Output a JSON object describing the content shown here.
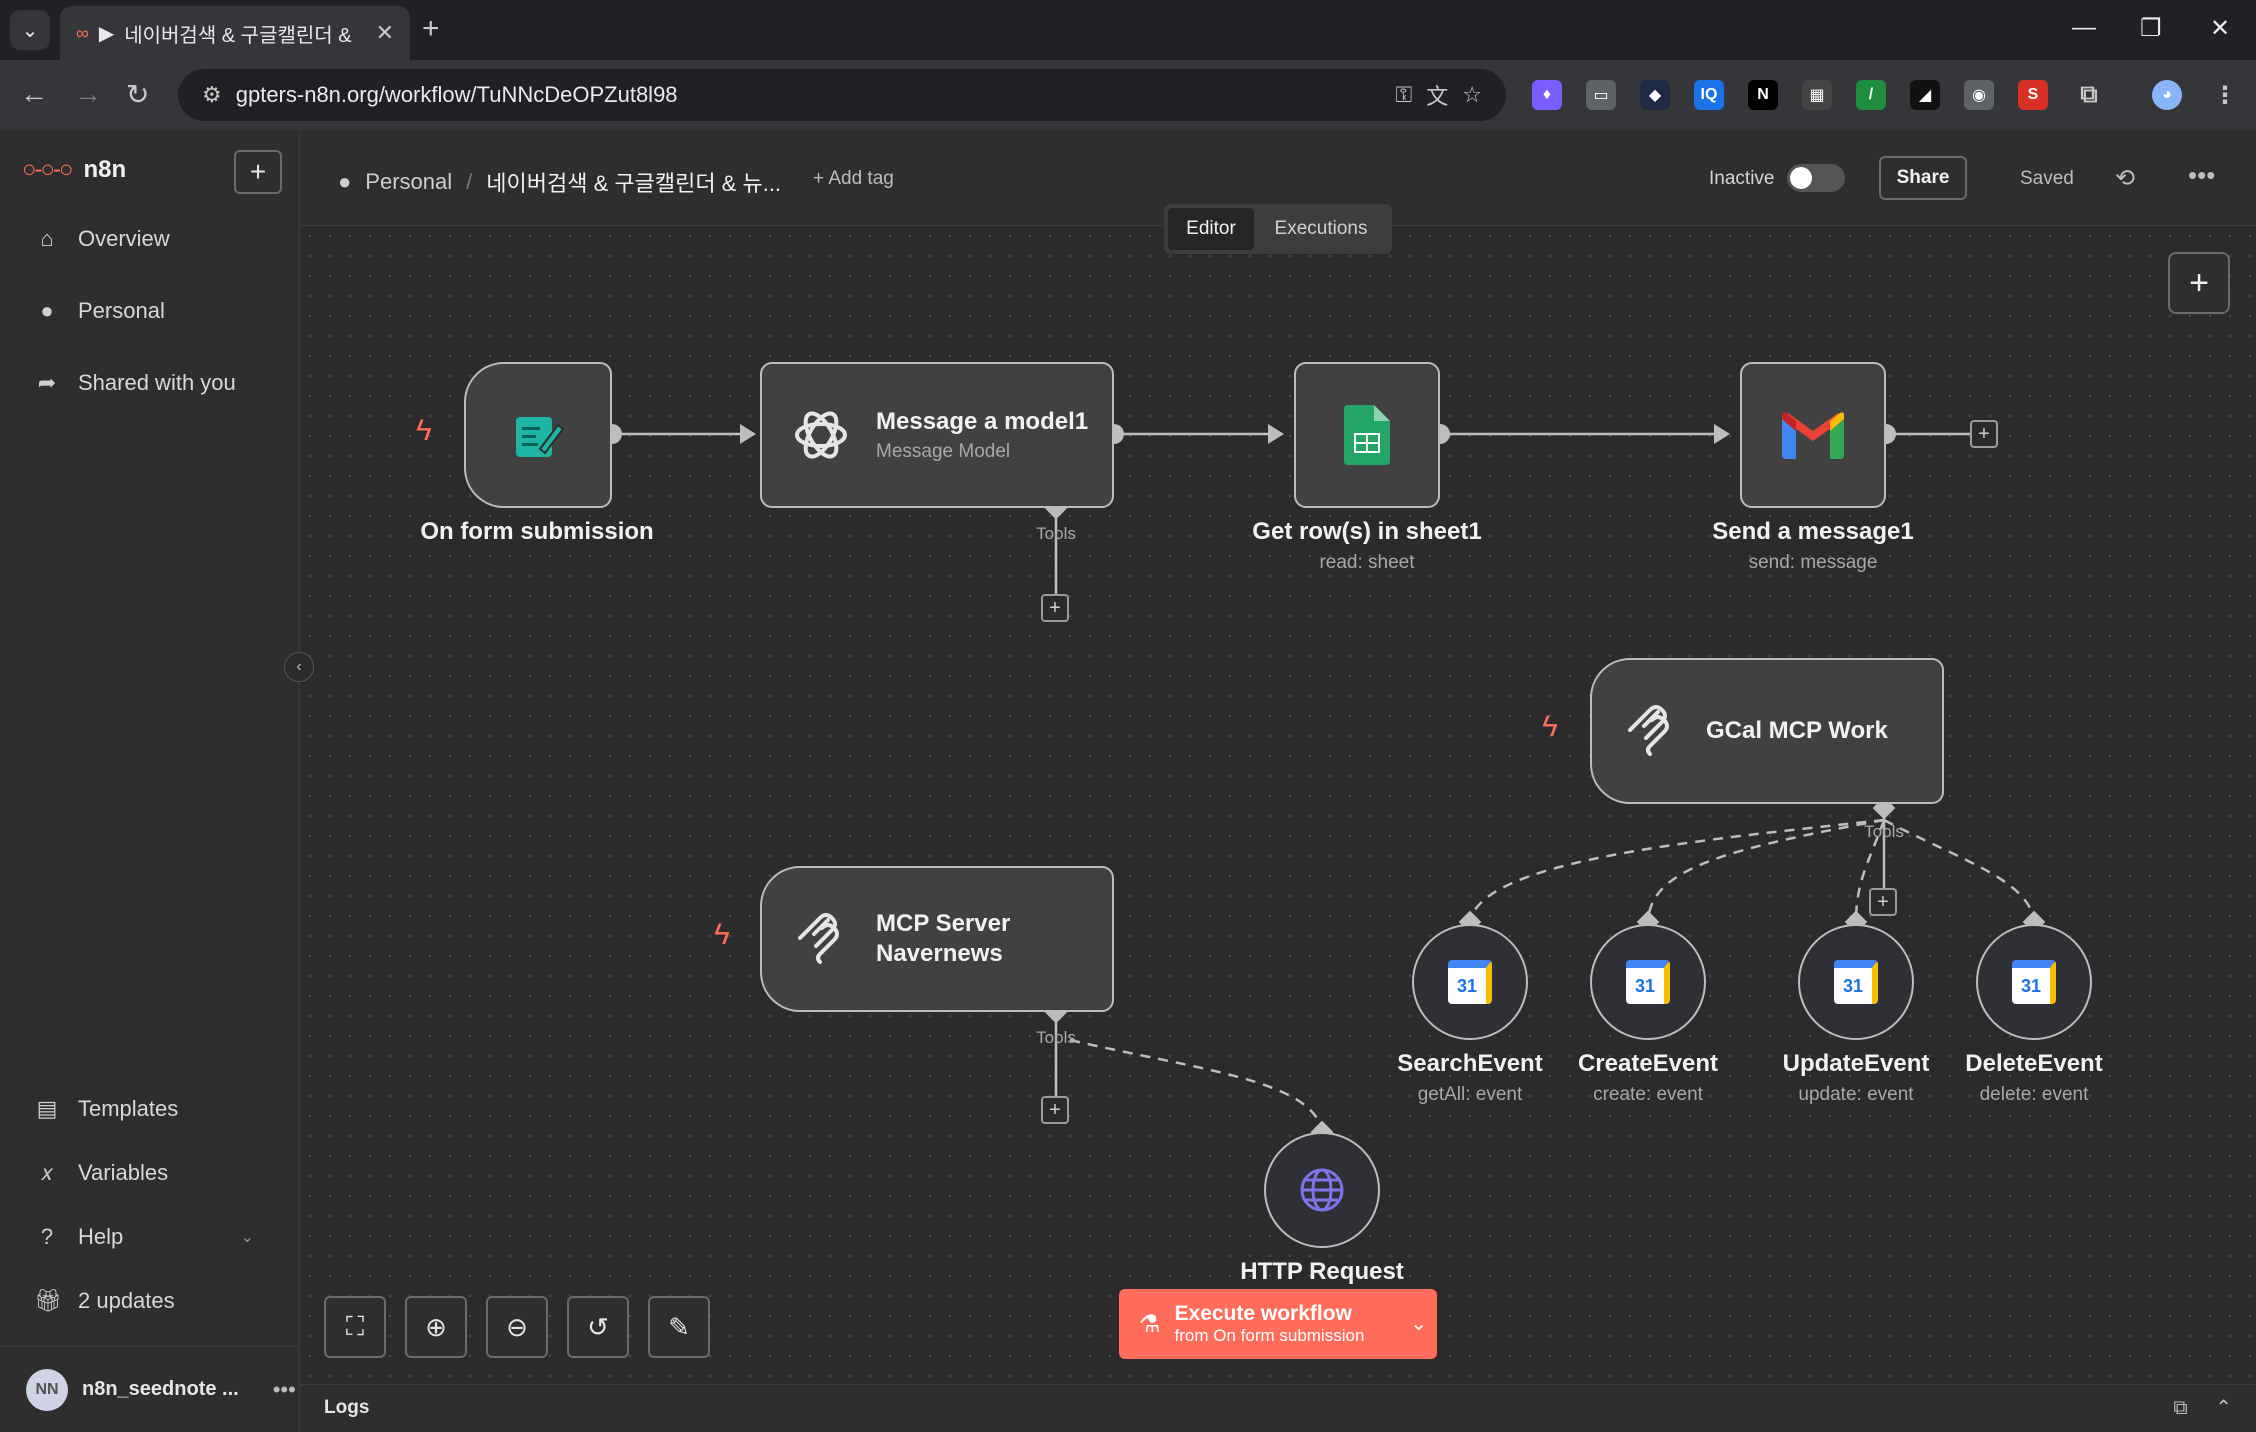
{
  "browser": {
    "tab_title": "네이버검색 & 구글캘린더 &",
    "url": "gpters-n8n.org/workflow/TuNNcDeOPZut8l98"
  },
  "app": {
    "brand": "n8n"
  },
  "sidebar": {
    "items": [
      {
        "label": "Overview",
        "icon": "home-icon"
      },
      {
        "label": "Personal",
        "icon": "user-icon"
      },
      {
        "label": "Shared with you",
        "icon": "share-icon"
      }
    ],
    "bottom": [
      {
        "label": "Templates",
        "icon": "templates-icon"
      },
      {
        "label": "Variables",
        "icon": "variables-icon"
      },
      {
        "label": "Help",
        "icon": "help-icon"
      },
      {
        "label": "2 updates",
        "icon": "gift-icon"
      }
    ],
    "user": {
      "initials": "NN",
      "name": "n8n_seednote ..."
    }
  },
  "header": {
    "project": "Personal",
    "workflow_name": "네이버검색 & 구글캘린더 & 뉴...",
    "add_tag": "+ Add tag",
    "status": "Inactive",
    "share": "Share",
    "saved": "Saved"
  },
  "tabs": {
    "editor": "Editor",
    "executions": "Executions"
  },
  "nodes": {
    "form": {
      "title": "On form submission"
    },
    "model": {
      "title": "Message a model1",
      "subtitle": "Message Model",
      "tools": "Tools"
    },
    "sheet": {
      "title": "Get row(s) in sheet1",
      "subtitle": "read: sheet"
    },
    "gmail": {
      "title": "Send a message1",
      "subtitle": "send: message"
    },
    "gcal_mcp": {
      "title": "GCal MCP Work",
      "tools": "Tools"
    },
    "mcp_naver": {
      "title1": "MCP Server",
      "title2": "Navernews",
      "tools": "Tools"
    },
    "search": {
      "title": "SearchEvent",
      "subtitle": "getAll: event",
      "day": "31"
    },
    "create": {
      "title": "CreateEvent",
      "subtitle": "create: event",
      "day": "31"
    },
    "update": {
      "title": "UpdateEvent",
      "subtitle": "update: event",
      "day": "31"
    },
    "delete": {
      "title": "DeleteEvent",
      "subtitle": "delete: event",
      "day": "31"
    },
    "http": {
      "title": "HTTP Request"
    }
  },
  "execute": {
    "label": "Execute workflow",
    "sub": "from On form submission"
  },
  "logs": {
    "label": "Logs"
  },
  "colors": {
    "accent": "#ff6d5a",
    "canvas": "#2b2b2b",
    "node": "#414141"
  }
}
